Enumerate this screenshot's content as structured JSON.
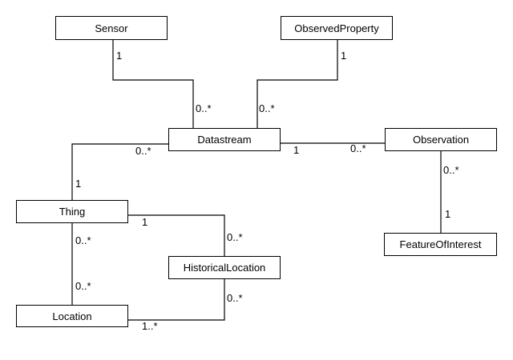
{
  "colors": {
    "background": "#ffffff",
    "box_fill": "#ffffff",
    "box_border": "#000000",
    "line": "#000000",
    "text": "#000000"
  },
  "nodes": {
    "sensor": {
      "label": "Sensor"
    },
    "observed_property": {
      "label": "ObservedProperty"
    },
    "datastream": {
      "label": "Datastream"
    },
    "observation": {
      "label": "Observation"
    },
    "thing": {
      "label": "Thing"
    },
    "historical_location": {
      "label": "HistoricalLocation"
    },
    "location": {
      "label": "Location"
    },
    "feature_of_interest": {
      "label": "FeatureOfInterest"
    }
  },
  "edges": [
    {
      "from": "Sensor",
      "to": "Datastream",
      "from_multiplicity": "1",
      "to_multiplicity": "0..*"
    },
    {
      "from": "ObservedProperty",
      "to": "Datastream",
      "from_multiplicity": "1",
      "to_multiplicity": "0..*"
    },
    {
      "from": "Thing",
      "to": "Datastream",
      "from_multiplicity": "1",
      "to_multiplicity": "0..*"
    },
    {
      "from": "Datastream",
      "to": "Observation",
      "from_multiplicity": "1",
      "to_multiplicity": "0..*"
    },
    {
      "from": "Observation",
      "to": "FeatureOfInterest",
      "from_multiplicity": "0..*",
      "to_multiplicity": "1"
    },
    {
      "from": "Thing",
      "to": "HistoricalLocation",
      "from_multiplicity": "1",
      "to_multiplicity": "0..*"
    },
    {
      "from": "Thing",
      "to": "Location",
      "from_multiplicity": "0..*",
      "to_multiplicity": "0..*"
    },
    {
      "from": "Location",
      "to": "HistoricalLocation",
      "from_multiplicity": "1..*",
      "to_multiplicity": "0..*"
    }
  ]
}
